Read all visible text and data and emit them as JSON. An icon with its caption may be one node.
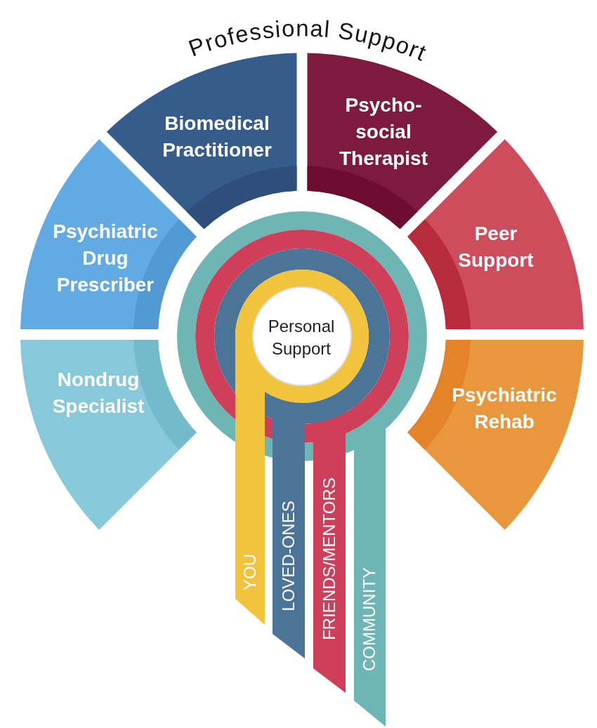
{
  "diagram": {
    "title": "Professional Support",
    "nodes": [
      {
        "text": [
          "Nondrug Specialist"
        ]
      },
      {
        "text": [
          "Psychiatric Drug Prescriber"
        ]
      },
      {
        "text": [
          "Biomedical Practitioner"
        ]
      },
      {
        "text": [
          "Psycho- social Therapist"
        ]
      },
      {
        "text": [
          "Peer Support"
        ]
      },
      {
        "text": [
          "Psychiatric Rehab"
        ]
      },
      {
        "text": [
          "Personal Support"
        ]
      },
      {
        "text": [
          "YOU"
        ]
      },
      {
        "text": [
          "LOVED-ONES"
        ]
      },
      {
        "text": [
          "FRIENDS/MENTORS"
        ]
      },
      {
        "text": [
          "COMMUNITY"
        ]
      }
    ]
  }
}
